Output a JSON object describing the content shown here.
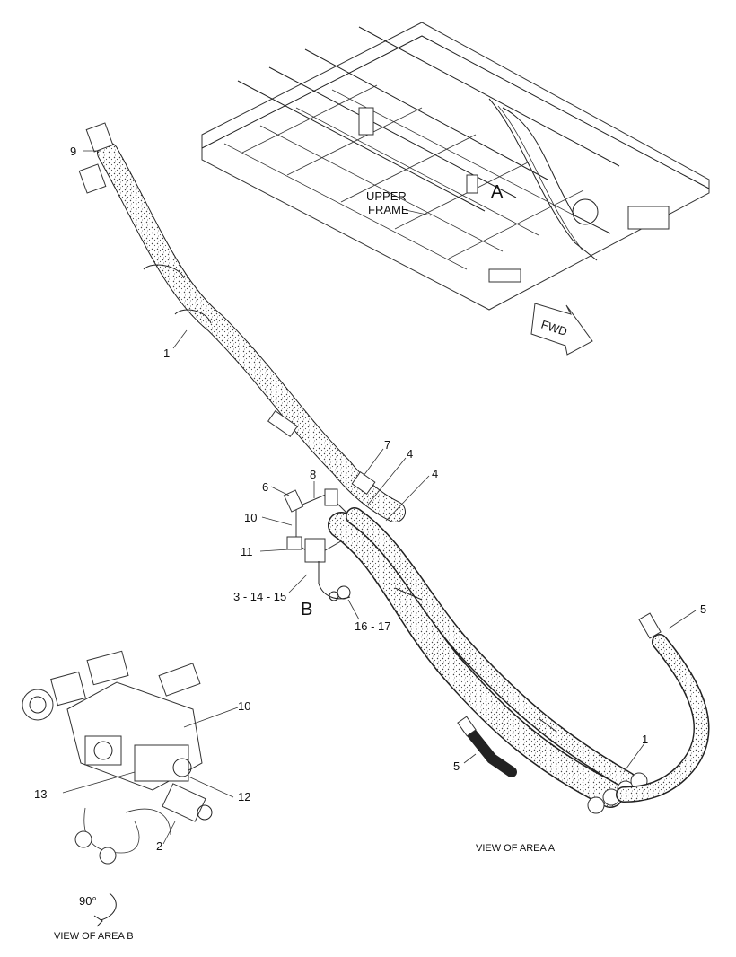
{
  "callouts": {
    "c1_top": "1",
    "c1_bottom": "1",
    "c2": "2",
    "c3_14_15": "3 - 14 - 15",
    "c4_a": "4",
    "c4_b": "4",
    "c5_right": "5",
    "c5_left": "5",
    "c6": "6",
    "c7": "7",
    "c8": "8",
    "c9": "9",
    "c10_main": "10",
    "c10_view": "10",
    "c11": "11",
    "c12": "12",
    "c13": "13",
    "c16_17": "16 - 17"
  },
  "area_labels": {
    "a": "A",
    "b": "B"
  },
  "upper_frame": {
    "line1": "UPPER",
    "line2": "FRAME"
  },
  "fwd_arrow": {
    "text": "FWD",
    "icon": "forward-arrow-icon"
  },
  "rotation": {
    "text": "90°",
    "icon": "rotation-arrow-icon"
  },
  "captions": {
    "view_a": "VIEW OF AREA A",
    "view_b": "VIEW OF AREA B"
  }
}
